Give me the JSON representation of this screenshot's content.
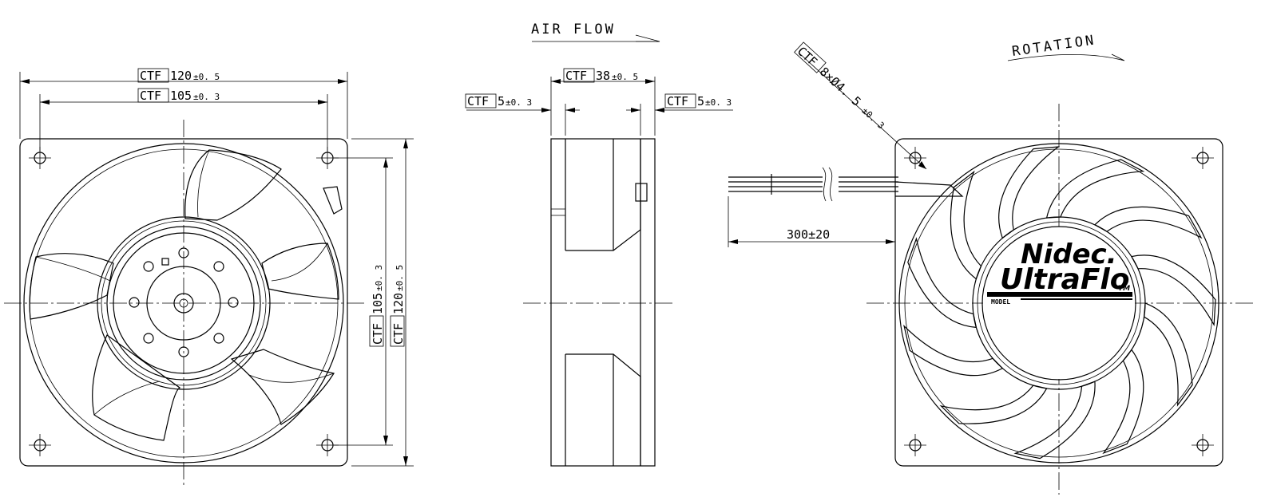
{
  "labels": {
    "air_flow": "AIR FLOW",
    "rotation": "ROTATION",
    "model": "MODEL"
  },
  "brand": {
    "line1": "Nidec.",
    "line2": "UltraFlo",
    "tm": "TM"
  },
  "ctf": "CTF",
  "dimensions": {
    "front_width": {
      "nominal": "120",
      "tol": "±0. 5"
    },
    "front_hole_pitch": {
      "nominal": "105",
      "tol": "±0. 3"
    },
    "front_hole_pitch_v": {
      "nominal": "105",
      "tol": "±0. 3"
    },
    "front_height": {
      "nominal": "120",
      "tol": "±0. 5"
    },
    "depth": {
      "nominal": "38",
      "tol": "±0. 5"
    },
    "flange_left": {
      "nominal": "5",
      "tol": "±0. 3"
    },
    "flange_right": {
      "nominal": "5",
      "tol": "±0. 3"
    },
    "mount_holes": {
      "nominal": "8×Ø4. 5",
      "tol": "±0. 3"
    },
    "lead_length": "300±20"
  }
}
